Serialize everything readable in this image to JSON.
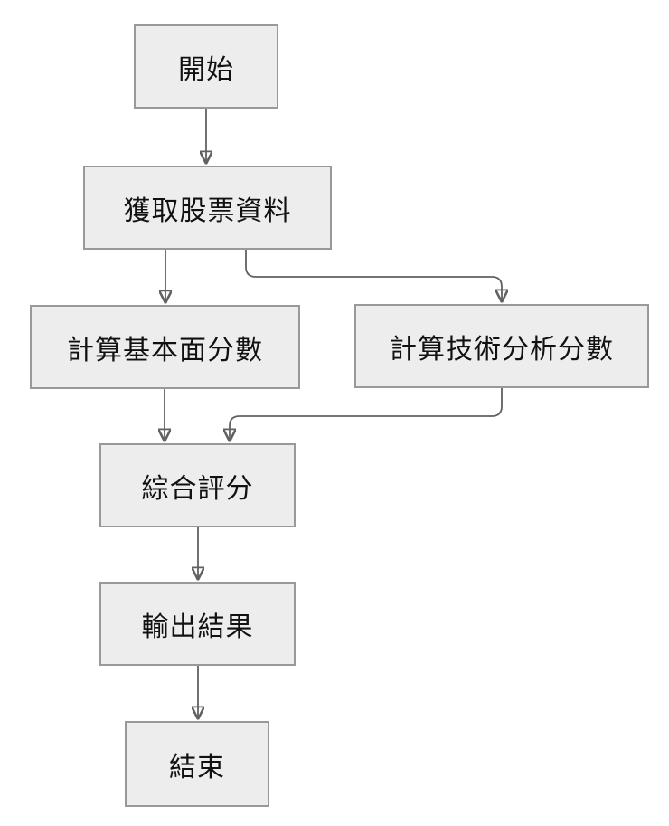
{
  "flowchart": {
    "title": "stock-scoring-flowchart",
    "theme": {
      "bg": "#ffffff",
      "node_fill": "#ededed",
      "node_border": "#999999",
      "edge_color": "#616161",
      "arrow_color": "#4f4f4f",
      "text_color": "#111111"
    },
    "nodes": {
      "start": {
        "label": "開始"
      },
      "fetch_data": {
        "label": "獲取股票資料"
      },
      "fundamental_score": {
        "label": "計算基本面分數"
      },
      "technical_score": {
        "label": "計算技術分析分數"
      },
      "composite_score": {
        "label": "綜合評分"
      },
      "output_result": {
        "label": "輸出結果"
      },
      "end": {
        "label": "結束"
      }
    },
    "edges": [
      {
        "from": "start",
        "to": "fetch_data"
      },
      {
        "from": "fetch_data",
        "to": "fundamental_score"
      },
      {
        "from": "fetch_data",
        "to": "technical_score"
      },
      {
        "from": "fundamental_score",
        "to": "composite_score"
      },
      {
        "from": "technical_score",
        "to": "composite_score"
      },
      {
        "from": "composite_score",
        "to": "output_result"
      },
      {
        "from": "output_result",
        "to": "end"
      }
    ]
  }
}
